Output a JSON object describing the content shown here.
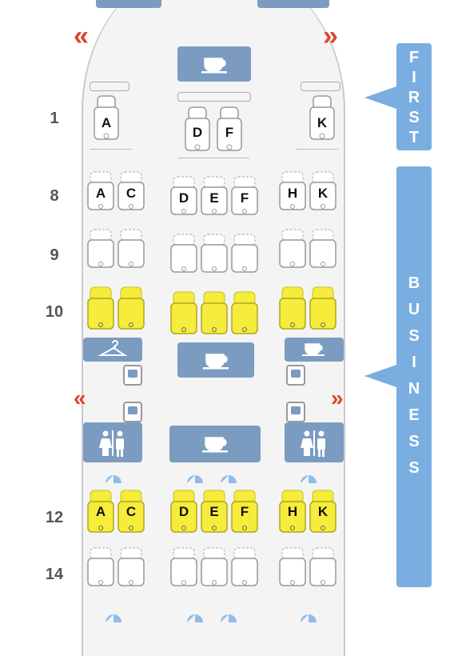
{
  "colors": {
    "accent": "#7aaee0",
    "facility": "#7b9cc0",
    "exit": "#d8482b",
    "highlight_seat": "#f5ec3c",
    "seat_outline": "#9a9a9a"
  },
  "exits": {
    "left_symbol": "«",
    "right_symbol": "»"
  },
  "rows": {
    "r1": "1",
    "r8": "8",
    "r9": "9",
    "r10": "10",
    "r12": "12",
    "r14": "14"
  },
  "classes": {
    "first": {
      "letters": [
        "F",
        "I",
        "R",
        "S",
        "T"
      ]
    },
    "business": {
      "letters": [
        "B",
        "U",
        "S",
        "I",
        "N",
        "E",
        "S",
        "S"
      ]
    }
  },
  "seats": {
    "row1": {
      "a": "A",
      "d": "D",
      "f": "F",
      "k": "K"
    },
    "row8": {
      "a": "A",
      "c": "C",
      "d": "D",
      "e": "E",
      "f": "F",
      "h": "H",
      "k": "K"
    },
    "row12": {
      "a": "A",
      "c": "C",
      "d": "D",
      "e": "E",
      "f": "F",
      "h": "H",
      "k": "K"
    }
  },
  "icons": [
    "galley-icon",
    "lavatory-icon",
    "closet-icon",
    "bassinet-icon",
    "exit-arrow-icon"
  ]
}
